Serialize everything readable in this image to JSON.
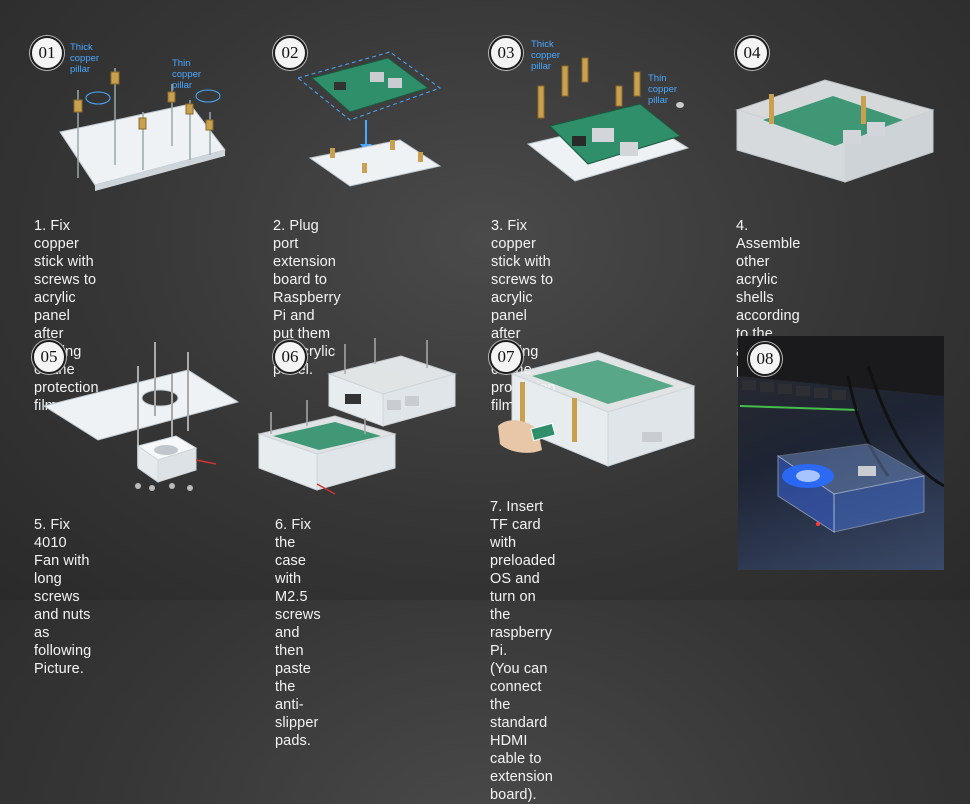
{
  "steps": [
    {
      "number": "01",
      "caption": "1.  Fix copper stick with\nscrews to acrylic panel after\npeeling off the protection film.",
      "notes": [
        "Thick\ncopper pillar",
        "Thin\ncopper pillar"
      ]
    },
    {
      "number": "02",
      "caption": "2.  Plug port extension\nboard to Raspberry Pi and\nput them on acrylic panel."
    },
    {
      "number": "03",
      "caption": "3.  Fix copper stick with\nscrews to acrylic panel after\npeeling off the protection film.",
      "notes": [
        "Thick\ncopper pillar",
        "Thin\ncopper pillar"
      ]
    },
    {
      "number": "04",
      "caption": "4.  Assemble other acrylic\nshells according to the\nabove picture."
    },
    {
      "number": "05",
      "caption": "5.  Fix 4010 Fan with long\nscrews and nuts as\nfollowing Picture."
    },
    {
      "number": "06",
      "caption": "6.  Fix the case with M2.5\nscrews and then paste the\nanti-slipper pads."
    },
    {
      "number": "07",
      "caption": "7.  Insert TF card with preloaded\nOS  and turn on the raspberry Pi.\n(You can connect the standard\nHDMI cable to extension board)."
    },
    {
      "number": "08"
    }
  ],
  "colors": {
    "note_blue": "#4aa8ff",
    "pcb_green": "#2f8f6a",
    "copper": "#c8a050",
    "acrylic": "#e9eef2",
    "led_blue": "#2a6bff"
  }
}
